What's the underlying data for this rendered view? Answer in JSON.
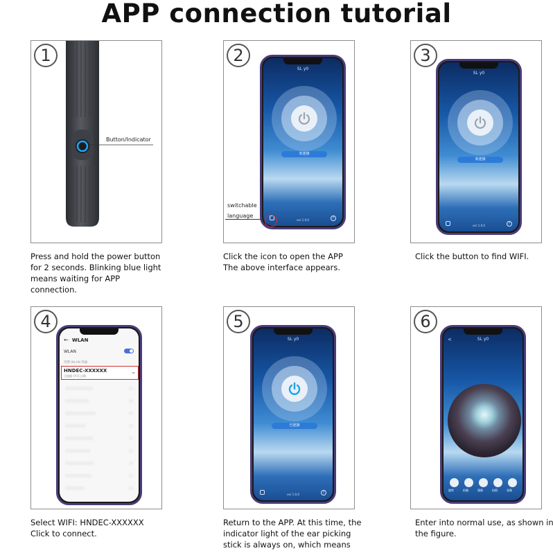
{
  "title": "APP connection tutorial",
  "steps": [
    {
      "number": "1",
      "caption": [
        "Press and hold the power button",
        "for 2 seconds. Blinking blue light",
        "means waiting for APP",
        "connection."
      ],
      "callout": "Button/Indicator"
    },
    {
      "number": "2",
      "caption": [
        "Click the icon to open the APP",
        "The above interface appears."
      ],
      "callout_lines": [
        "switchable",
        "language"
      ],
      "app_title": "SL y0",
      "button": "未连接",
      "bottom_text": "ver 1.0.0"
    },
    {
      "number": "3",
      "caption": [
        "Click the button to find WIFI."
      ],
      "app_title": "SL y0",
      "button": "未连接",
      "bottom_text": "ver 1.0.0"
    },
    {
      "number": "4",
      "caption": [
        "Select WIFI: HNDEC-XXXXXX",
        "Click to connect."
      ],
      "wlan_header": "WLAN",
      "wlan_toggle_label": "WLAN",
      "wlan_section": "可用 WLAN 列表",
      "network_name": "HNDEC-XXXXXX",
      "network_sub": "已连接 (不可上网)"
    },
    {
      "number": "5",
      "caption": [
        "Return to the APP. At this time, the",
        "indicator light of the ear picking",
        "stick is always on, which means"
      ],
      "app_title": "SL y0",
      "button": "已连接",
      "bottom_text": "ver 1.0.0"
    },
    {
      "number": "6",
      "caption": [
        "Enter into normal use, as shown in",
        "the figure."
      ],
      "app_title": "SL y0",
      "toolbar": [
        "旋转",
        "拍摄",
        "镜像",
        "拍照",
        "录像"
      ]
    }
  ],
  "colors": {
    "accent": "#2d7bd8",
    "highlight": "#d23030",
    "phone_frame": "#4b3c7a",
    "card_border": "#8c8c8c"
  }
}
